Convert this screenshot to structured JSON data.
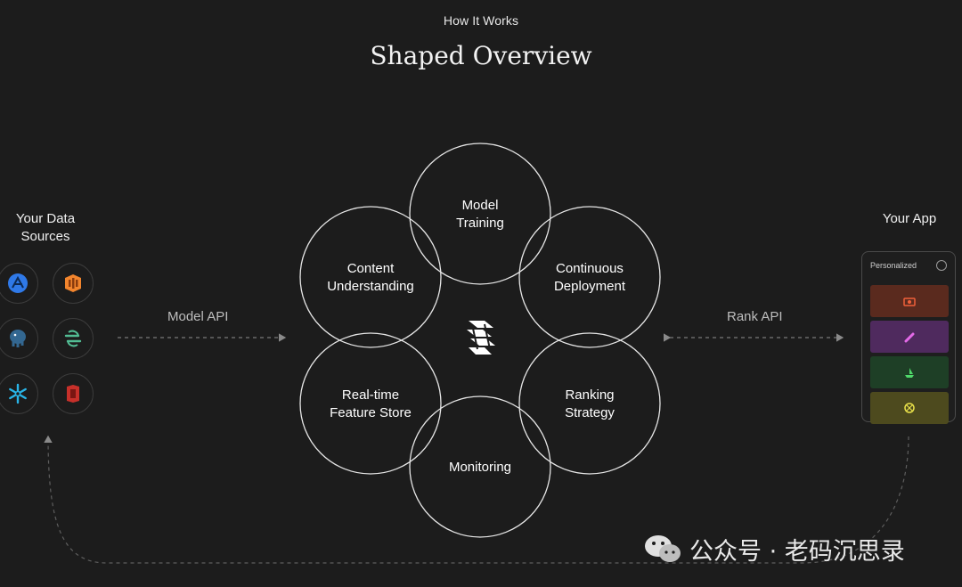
{
  "header": {
    "eyebrow": "How It Works",
    "title": "Shaped Overview"
  },
  "left": {
    "label_line1": "Your Data",
    "label_line2": "Sources",
    "api_label": "Model API",
    "icons": [
      "amplitude-icon",
      "aws-icon",
      "postgres-icon",
      "segment-icon",
      "snowflake-icon",
      "redshift-icon"
    ]
  },
  "center": {
    "circles": {
      "training": [
        "Model",
        "Training"
      ],
      "deployment": [
        "Continuous",
        "Deployment"
      ],
      "ranking": [
        "Ranking",
        "Strategy"
      ],
      "monitoring": [
        "Monitoring"
      ],
      "feature_store": [
        "Real-time",
        "Feature Store"
      ],
      "content": [
        "Content",
        "Understanding"
      ]
    },
    "logo": "shaped-logo"
  },
  "right": {
    "label": "Your App",
    "api_label": "Rank API",
    "phone": {
      "header": "Personalized",
      "cards": [
        {
          "icon": "camera-icon",
          "color": "#5a2a1e"
        },
        {
          "icon": "carrot-icon",
          "color": "#4f2a5e"
        },
        {
          "icon": "boat-icon",
          "color": "#1e3f26"
        },
        {
          "icon": "ball-icon",
          "color": "#4d4a1e"
        }
      ]
    }
  },
  "watermark": {
    "text": "公众号 · 老码沉思录"
  },
  "colors": {
    "background": "#1c1c1c",
    "line": "#ffffff",
    "dashed": "#6a6a6a"
  }
}
